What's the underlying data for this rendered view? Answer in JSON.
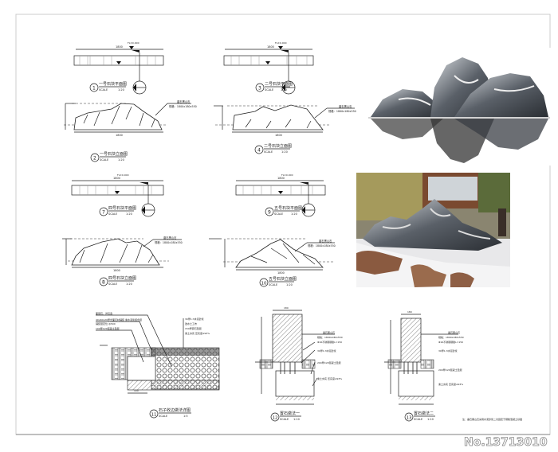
{
  "sheet": {
    "watermark": "No.13713010",
    "note": "注：晶石黑山石采用水泥砂浆二次固定于钢筋混凝土基础"
  },
  "views": [
    {
      "num": "1",
      "title": "一号石块平面图",
      "scale_label": "SCALE",
      "scale": "1:20",
      "dim": "1800",
      "level": "FL±0.000"
    },
    {
      "num": "2",
      "title": "一号石块立面图",
      "scale_label": "SCALE",
      "scale": "1:20",
      "dim": "1800",
      "callout": "晶石黑山石",
      "spec": "规格：1800x180x550"
    },
    {
      "num": "3",
      "title": "二号石块平面图",
      "scale_label": "SCALE",
      "scale": "1:20",
      "dim": "1800",
      "level": "FL±0.000"
    },
    {
      "num": "4",
      "title": "二号石块立面图",
      "scale_label": "SCALE",
      "scale": "1:20",
      "dim": "1800",
      "callout": "晶石黑山石",
      "spec": "规格：1800x180x550"
    },
    {
      "num": "7",
      "title": "四号石块平面图",
      "scale_label": "SCALE",
      "scale": "1:20",
      "dim": "1800",
      "level": "FL±0.000"
    },
    {
      "num": "8",
      "title": "四号石块立面图",
      "scale_label": "SCALE",
      "scale": "1:20",
      "dim": "1800",
      "callout": "晶石黑山石",
      "spec": "规格：1800x180x550"
    },
    {
      "num": "9",
      "title": "五号石块平面图",
      "scale_label": "SCALE",
      "scale": "1:20",
      "dim": "1800",
      "level": "FL±0.000"
    },
    {
      "num": "10",
      "title": "五号石块立面图",
      "scale_label": "SCALE",
      "scale": "1:20",
      "dim": "1800",
      "callout": "晶石黑山石",
      "spec": "规格：1800x180x550"
    },
    {
      "num": "11",
      "title": "石子收边做法详图",
      "scale_label": "SCALE",
      "scale": "1:5",
      "dim": "100"
    },
    {
      "num": "12",
      "title": "置石做法一",
      "scale_label": "SCALE",
      "scale": "1:10",
      "dim": "180",
      "callout": "晶石黑山石",
      "spec": "规格：1800x180x550"
    },
    {
      "num": "13",
      "title": "置石做法二",
      "scale_label": "SCALE",
      "scale": "1:10",
      "dim": "180",
      "callout": "晶石黑山石",
      "spec": "规格：1800x180x550"
    }
  ],
  "detail_labels": {
    "d11": [
      "面层石，详见选",
      "40x40x20厚光面石材铺装 素水泥浆结合层",
      "铺装层定位 @500",
      "100厚C20混凝土垫层",
      "30厚1:3水泥砂浆",
      "透水土工布",
      "150厚碎石垫层",
      "素土夯实 压实度≥93%"
    ],
    "d12": [
      "Φ16不锈钢钢筋L=150",
      "30厚1:3水泥砂浆",
      "200厚C20混凝土垫层",
      "素土夯实 压实度≥93%"
    ]
  }
}
